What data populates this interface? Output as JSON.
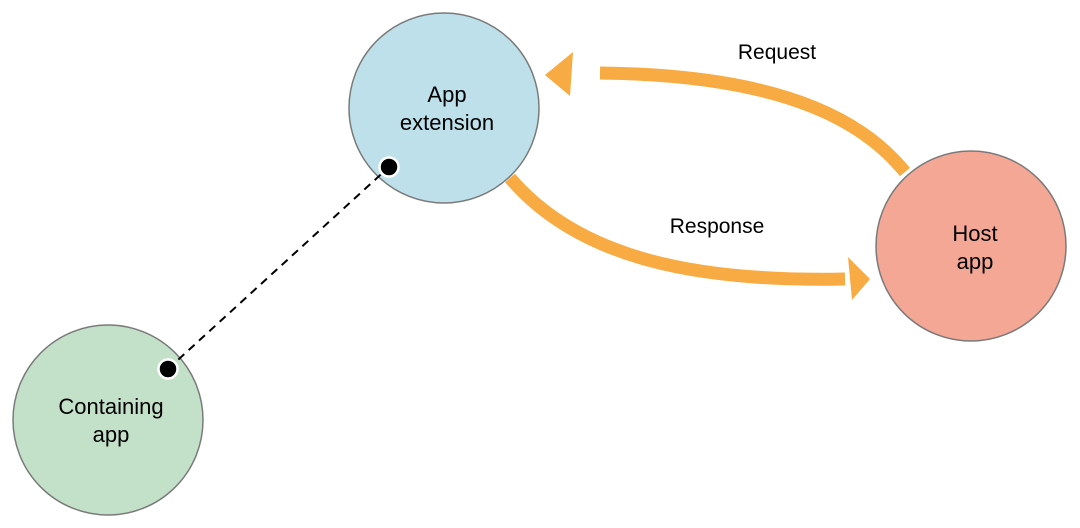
{
  "colors": {
    "app_extension_fill": "#bde0eb",
    "host_app_fill": "#f4a795",
    "containing_app_fill": "#c3e1c9",
    "node_stroke": "#7a7a7a",
    "arrow": "#f7ab42",
    "connector": "#000000"
  },
  "nodes": {
    "app_extension": {
      "line1": "App",
      "line2": "extension"
    },
    "host_app": {
      "line1": "Host",
      "line2": "app"
    },
    "containing_app": {
      "line1": "Containing",
      "line2": "app"
    }
  },
  "edges": {
    "request": {
      "label": "Request"
    },
    "response": {
      "label": "Response"
    }
  }
}
